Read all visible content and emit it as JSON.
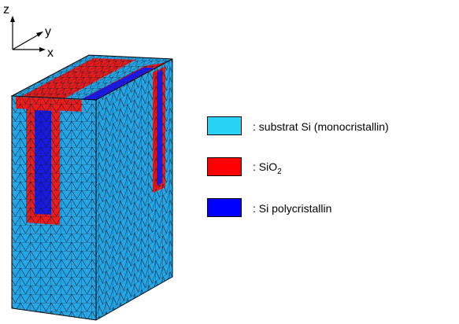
{
  "axes": {
    "z": "z",
    "y": "y",
    "x": "x"
  },
  "colors": {
    "substrate": "#27a6e6",
    "oxide": "#ee1b1b",
    "poly": "#1a1adf",
    "mesh_line": "#0a1a2a"
  },
  "legend": [
    {
      "color": "#27d2f2",
      "text": ": substrat Si (monocristallin)"
    },
    {
      "color": "#ff0000",
      "text_main": ": SiO",
      "text_sub": "2"
    },
    {
      "color": "#0000ff",
      "text": ": Si polycristallin"
    }
  ]
}
